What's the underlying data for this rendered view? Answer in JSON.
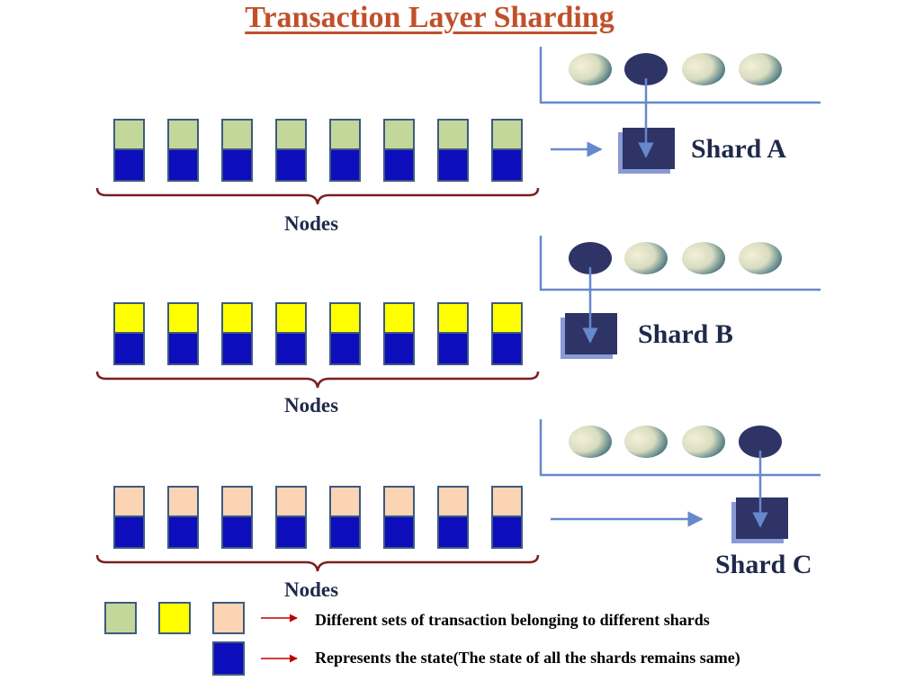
{
  "title": "Transaction Layer Sharding",
  "colors": {
    "green": "#c4d79b",
    "yellow": "#ffff00",
    "peach": "#fbd4b4",
    "state_blue": "#0d0dbb",
    "box_border": "#3d5a80",
    "shard_box": "#2e3466",
    "arrow": "#6688cc",
    "brace": "#7b1f1f",
    "legend_arrow": "#c00000"
  },
  "groups": [
    {
      "id": "a",
      "nodes_label": "Nodes",
      "shard_label": "Shard A",
      "tx_color": "green",
      "active_circle": 2
    },
    {
      "id": "b",
      "nodes_label": "Nodes",
      "shard_label": "Shard B",
      "tx_color": "yellow",
      "active_circle": 1
    },
    {
      "id": "c",
      "nodes_label": "Nodes",
      "shard_label": "Shard C",
      "tx_color": "peach",
      "active_circle": 4
    }
  ],
  "legend": {
    "transactions_text": "Different sets of transaction belonging to different shards",
    "state_text": "Represents the state(The state of all the shards remains same)"
  }
}
